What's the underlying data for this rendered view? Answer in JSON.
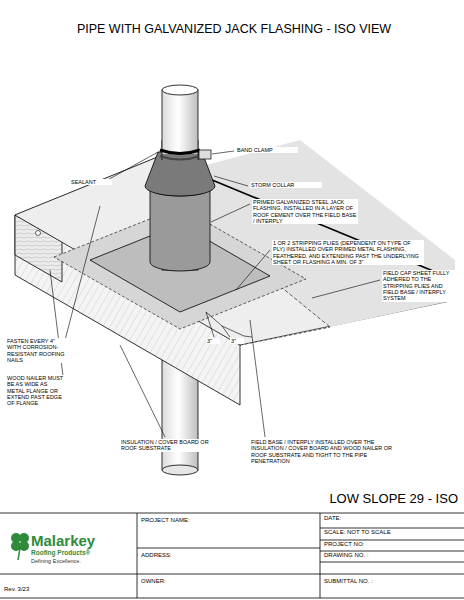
{
  "diagram": {
    "title": "PIPE WITH GALVANIZED JACK FLASHING - ISO VIEW",
    "labels": [
      "SEALANT",
      "BAND CLAMP",
      "STORM COLLAR",
      "PRIMED GALVANIZED STEEL JACK FLASHING, INSTALLED IN A LAYER OF ROOF CEMENT OVER THE FIELD BASE / INTERPLY",
      "1 OR 2 STRIPPING PLIES (DEPENDENT ON TYPE OF PLY) INSTALLED OVER PRIMED METAL FLASHING, FEATHERED, AND EXTENDING PAST THE UNDERLYING SHEET OR FLASHING A MIN. OF 3\"",
      "FIELD CAP SHEET FULLY ADHERED TO THE STRIPPING PLIES AND FIELD BASE / INTERPLY SYSTEM",
      "FASTEN EVERY 4\" WITH CORROSION-RESISTANT ROOFING NAILS",
      "WOOD NAILER MUST BE AS WIDE AS METAL FLANGE OR EXTEND PAST EDGE OF FLANGE",
      "3\"",
      "3\"",
      "INSULATION / COVER BOARD OR ROOF SUBSTRATE",
      "FIELD BASE / INTERPLY INSTALLED OVER THE INSULATION / COVER BOARD AND WOOD NAILER OR ROOF SUBSTRATE AND TIGHT TO THE PIPE PENETRATION",
      "LOW SLOPE 29 - ISO",
      "PROJECT NAME:",
      "ADDRESS:",
      "OWNER:",
      "DATE:",
      "SCALE:  NOT TO SCALE",
      "PROJECT NO:",
      "DRAWING NO. :",
      "SUBMITTAL NO. :",
      "Malarkey",
      "Roofing Products®",
      "Defining Excellence.",
      "Rev. 3/23"
    ]
  }
}
